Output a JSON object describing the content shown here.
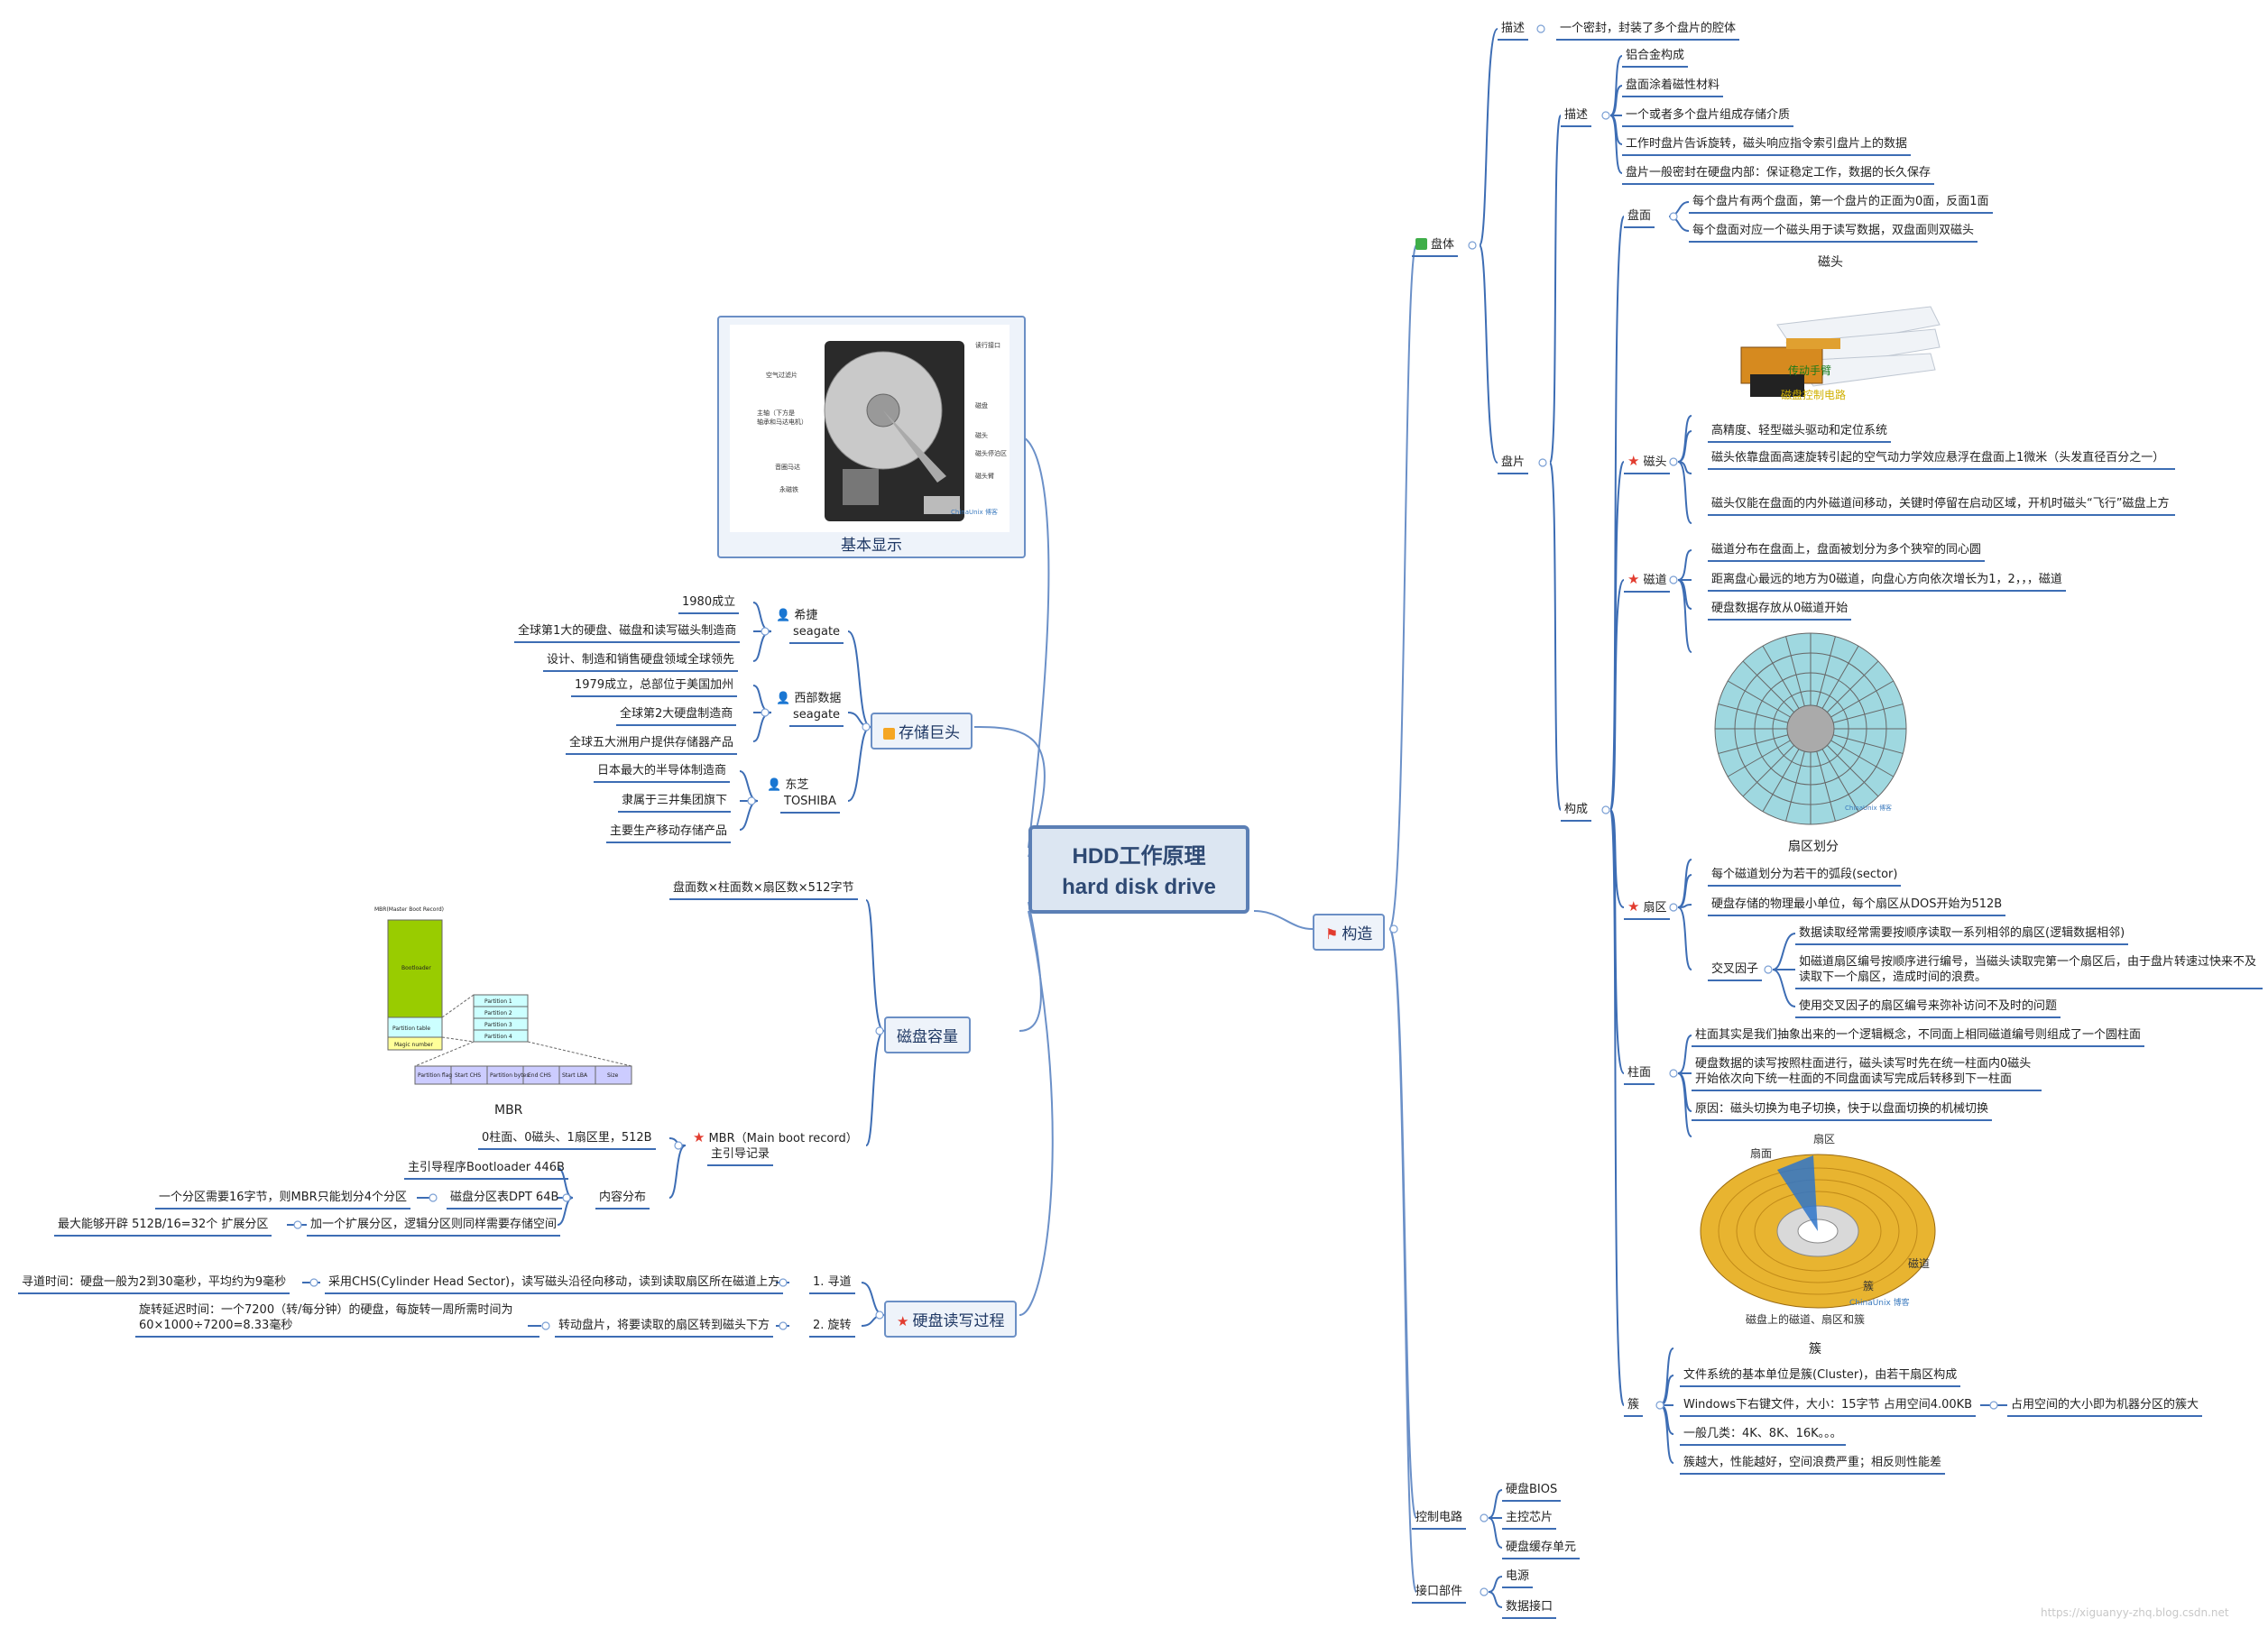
{
  "center": {
    "line1": "HDD工作原理",
    "line2": "hard disk drive"
  },
  "watermark": "https://xiguanyy-zhq.blog.csdn.net",
  "left": {
    "basic": {
      "caption": "基本显示",
      "labels": [
        "空气过滤片",
        "主轴（下方是",
        "轴承和马达电机）",
        "音圈马达",
        "永磁铁",
        "读行接口",
        "磁盘",
        "磁头",
        "磁头停泊区",
        "磁头臂"
      ],
      "watermark": "ChinaUnix 博客"
    },
    "giants": {
      "label": "存储巨头",
      "seagate": {
        "name1": "希捷",
        "name2": "seagate",
        "items": [
          "1980成立",
          "全球第1大的硬盘、磁盘和读写磁头制造商",
          "设计、制造和销售硬盘领域全球领先"
        ]
      },
      "wd": {
        "name1": "西部数据",
        "name2": "seagate",
        "items": [
          "1979成立，总部位于美国加州",
          "全球第2大硬盘制造商",
          "全球五大洲用户提供存储器产品"
        ]
      },
      "toshiba": {
        "name1": "东芝",
        "name2": "TOSHIBA",
        "items": [
          "日本最大的半导体制造商",
          "隶属于三井集团旗下",
          "主要生产移动存储产品"
        ]
      }
    },
    "capacity": {
      "label": "磁盘容量",
      "formula": "盘面数×柱面数×扇区数×512字节",
      "mbr_caption": "MBR",
      "mbr_fig": {
        "title": "MBR(Master Boot Record)",
        "boot": "Bootloader",
        "ptable": "Partition table",
        "magic": "Magic number",
        "parts": [
          "Partition 1",
          "Partition 2",
          "Partition 3",
          "Partition 4"
        ],
        "cells": [
          "Partition flag",
          "Start CHS",
          "Partition bytes",
          "End CHS",
          "Start LBA",
          "Size"
        ]
      },
      "mbr": {
        "label1": "MBR（Main boot record）",
        "label2": "主引导记录",
        "first": "0柱面、0磁头、1扇区里，512B",
        "content": "内容分布",
        "boot": "主引导程序Bootloader 446B",
        "dpt": "磁盘分区表DPT  64B",
        "dpt_note": "一个分区需要16字节，则MBR只能划分4个分区",
        "ext": "加一个扩展分区，逻辑分区则同样需要存储空间",
        "ext_note": "最大能够开辟  512B/16=32个 扩展分区"
      }
    },
    "rw": {
      "label": "硬盘读写过程",
      "seek": {
        "label": "1. 寻道",
        "desc": "采用CHS(Cylinder Head Sector)，读写磁头沿径向移动，读到读取扇区所在磁道上方",
        "note": "寻道时间：硬盘一般为2到30毫秒，平均约为9毫秒"
      },
      "rotate": {
        "label": "2. 旋转",
        "desc": "转动盘片，将要读取的扇区转到磁头下方",
        "note": "旋转延迟时间：一个7200（转/每分钟）的硬盘，每旋转一周所需时间为60×1000÷7200=8.33毫秒"
      }
    }
  },
  "right": {
    "label": "构造",
    "body": {
      "label": "盘体",
      "desc_label": "描述",
      "desc": "一个密封，封装了多个盘片的腔体",
      "platter": {
        "label": "盘片",
        "desc_label": "描述",
        "desc_items": [
          "铝合金构成",
          "盘面涂着磁性材料",
          "一个或者多个盘片组成存储介质",
          "工作时盘片告诉旋转，磁头响应指令索引盘片上的数据",
          "盘片一般密封在硬盘内部：保证稳定工作，数据的长久保存"
        ],
        "struct_label": "构成",
        "surface": {
          "label": "盘面",
          "items": [
            "每个盘片有两个盘面，第一个盘片的正面为0面，反面1面",
            "每个盘面对应一个磁头用于读写数据，双盘面则双磁头"
          ]
        },
        "head": {
          "label": "磁头",
          "img_caption": "磁头",
          "img_l1": "传动手臂",
          "img_l2": "磁盘控制电路",
          "items": [
            "高精度、轻型磁头驱动和定位系统",
            "磁头依靠盘面高速旋转引起的空气动力学效应悬浮在盘面上1微米（头发直径百分之一）",
            "磁头仅能在盘面的内外磁道间移动，关键时停留在启动区域，开机时磁头“飞行”磁盘上方"
          ]
        },
        "track": {
          "label": "磁道",
          "items": [
            "磁道分布在盘面上，盘面被划分为多个狭窄的同心圆",
            "距离盘心最远的地方为0磁道，向盘心方向依次增长为1，2，，，磁道",
            "硬盘数据存放从0磁道开始"
          ]
        },
        "sector": {
          "label": "扇区",
          "img_caption": "扇区划分",
          "img_wm": "ChinaUnix 博客",
          "items": [
            "每个磁道划分为若干的弧段(sector)",
            "硬盘存储的物理最小单位，每个扇区从DOS开始为512B"
          ],
          "interleave": {
            "label": "交叉因子",
            "items": [
              "数据读取经常需要按顺序读取一系列相邻的扇区(逻辑数据相邻)",
              "如磁道扇区编号按顺序进行编号，当磁头读取完第一个扇区后，由于盘片转速过快来不及读取下一个扇区，造成时间的浪费。",
              "使用交叉因子的扇区编号来弥补访问不及时的问题"
            ]
          }
        },
        "cylinder": {
          "label": "柱面",
          "items": [
            "柱面其实是我们抽象出来的一个逻辑概念，不同面上相同磁道编号则组成了一个圆柱面",
            "硬盘数据的读写按照柱面进行，磁头读写时先在统一柱面内0磁头开始依次向下统一柱面的不同盘面读写完成后转移到下一柱面",
            "原因：磁头切换为电子切换，快于以盘面切换的机械切换"
          ],
          "img_caption": "磁盘上的磁道、扇区和簇",
          "img_l1": "扇面",
          "img_l2": "扇区",
          "img_l3": "磁道",
          "img_l4": "簇",
          "img_wm": "ChinaUnix 博客"
        },
        "cluster": {
          "label": "簇",
          "caption": "簇",
          "items": [
            "文件系统的基本单位是簇(Cluster)，由若干扇区构成",
            "Windows下右键文件，大小：15字节  占用空间4.00KB",
            "一般几类：4K、8K、16K。。。",
            "簇越大，性能越好，空间浪费严重；相反则性能差"
          ],
          "note": "占用空间的大小即为机器分区的簇大"
        }
      }
    },
    "control": {
      "label": "控制电路",
      "items": [
        "硬盘BIOS",
        "主控芯片",
        "硬盘缓存单元"
      ]
    },
    "iface": {
      "label": "接口部件",
      "items": [
        "电源",
        "数据接口"
      ]
    }
  }
}
